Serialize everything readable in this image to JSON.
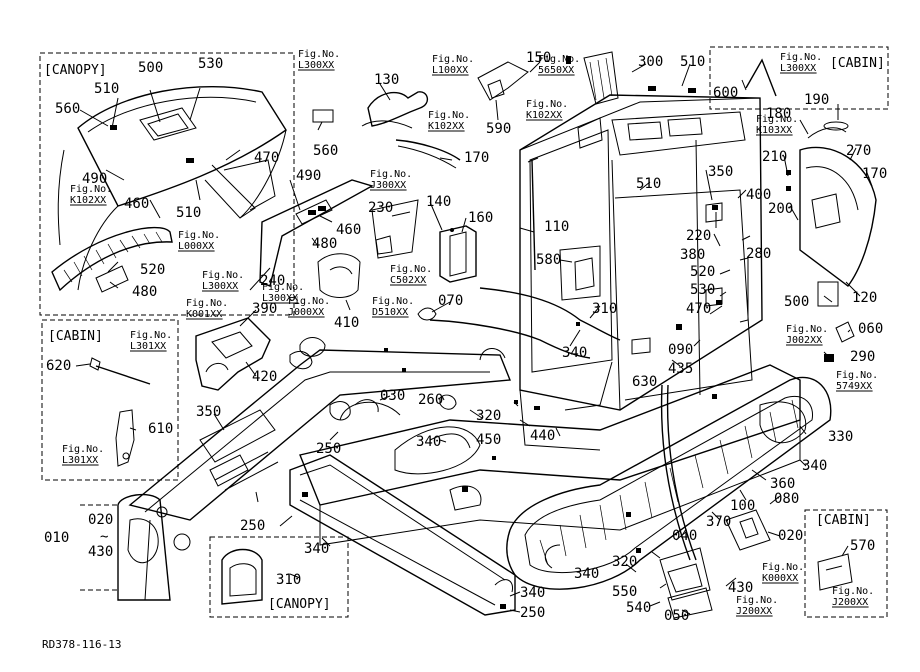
{
  "diagram_code": "RD378-116-13",
  "box_labels": {
    "canopy_top": "[CANOPY]",
    "cabin_top": "[CABIN]",
    "cabin_left": "[CABIN]",
    "canopy_bottom": "[CANOPY]",
    "cabin_bottom": "[CABIN]"
  },
  "fig_prefix": "Fig.No.",
  "fig_refs": [
    {
      "id": "f1",
      "ref": "L300XX"
    },
    {
      "id": "f2",
      "ref": "L100XX"
    },
    {
      "id": "f3",
      "ref": "5650XX"
    },
    {
      "id": "f4",
      "ref": "K102XX"
    },
    {
      "id": "f5",
      "ref": "L300XX"
    },
    {
      "id": "f6",
      "ref": "K103XX"
    },
    {
      "id": "f7",
      "ref": "K102XX"
    },
    {
      "id": "f8",
      "ref": "J300XX"
    },
    {
      "id": "f9",
      "ref": "K102XX"
    },
    {
      "id": "f10",
      "ref": "L000XX"
    },
    {
      "id": "f11",
      "ref": "C502XX"
    },
    {
      "id": "f12",
      "ref": "L300XX"
    },
    {
      "id": "f13",
      "ref": "L300XX"
    },
    {
      "id": "f14",
      "ref": "K001XX"
    },
    {
      "id": "f15",
      "ref": "J000XX"
    },
    {
      "id": "f16",
      "ref": "D510XX"
    },
    {
      "id": "f17",
      "ref": "L301XX"
    },
    {
      "id": "f18",
      "ref": "J002XX"
    },
    {
      "id": "f19",
      "ref": "5749XX"
    },
    {
      "id": "f20",
      "ref": "L301XX"
    },
    {
      "id": "f21",
      "ref": "K000XX"
    },
    {
      "id": "f22",
      "ref": "J200XX"
    },
    {
      "id": "f23",
      "ref": "J200XX"
    }
  ],
  "parts": [
    {
      "id": "p500a",
      "num": "500"
    },
    {
      "id": "p530a",
      "num": "530"
    },
    {
      "id": "p510a",
      "num": "510"
    },
    {
      "id": "p560a",
      "num": "560"
    },
    {
      "id": "p470a",
      "num": "470"
    },
    {
      "id": "p490a",
      "num": "490"
    },
    {
      "id": "p460a",
      "num": "460"
    },
    {
      "id": "p510b",
      "num": "510"
    },
    {
      "id": "p520a",
      "num": "520"
    },
    {
      "id": "p480a",
      "num": "480"
    },
    {
      "id": "p130",
      "num": "130"
    },
    {
      "id": "p560b",
      "num": "560"
    },
    {
      "id": "p490b",
      "num": "490"
    },
    {
      "id": "p460b",
      "num": "460"
    },
    {
      "id": "p480b",
      "num": "480"
    },
    {
      "id": "p240",
      "num": "240"
    },
    {
      "id": "p390",
      "num": "390"
    },
    {
      "id": "p410",
      "num": "410"
    },
    {
      "id": "p420",
      "num": "420"
    },
    {
      "id": "p150",
      "num": "150"
    },
    {
      "id": "p590",
      "num": "590"
    },
    {
      "id": "p170a",
      "num": "170"
    },
    {
      "id": "p230",
      "num": "230"
    },
    {
      "id": "p140",
      "num": "140"
    },
    {
      "id": "p160",
      "num": "160"
    },
    {
      "id": "p110",
      "num": "110"
    },
    {
      "id": "p580",
      "num": "580"
    },
    {
      "id": "p070",
      "num": "070"
    },
    {
      "id": "p300",
      "num": "300"
    },
    {
      "id": "p510c",
      "num": "510"
    },
    {
      "id": "p510d",
      "num": "510"
    },
    {
      "id": "p350a",
      "num": "350"
    },
    {
      "id": "p400",
      "num": "400"
    },
    {
      "id": "p220",
      "num": "220"
    },
    {
      "id": "p380",
      "num": "380"
    },
    {
      "id": "p280",
      "num": "280"
    },
    {
      "id": "p520b",
      "num": "520"
    },
    {
      "id": "p530b",
      "num": "530"
    },
    {
      "id": "p470b",
      "num": "470"
    },
    {
      "id": "p090",
      "num": "090"
    },
    {
      "id": "p435",
      "num": "435"
    },
    {
      "id": "p310a",
      "num": "310"
    },
    {
      "id": "p340a",
      "num": "340"
    },
    {
      "id": "p630",
      "num": "630"
    },
    {
      "id": "p600",
      "num": "600"
    },
    {
      "id": "p180",
      "num": "180"
    },
    {
      "id": "p190",
      "num": "190"
    },
    {
      "id": "p210",
      "num": "210"
    },
    {
      "id": "p270",
      "num": "270"
    },
    {
      "id": "p170b",
      "num": "170"
    },
    {
      "id": "p200",
      "num": "200"
    },
    {
      "id": "p120",
      "num": "120"
    },
    {
      "id": "p500b",
      "num": "500"
    },
    {
      "id": "p060",
      "num": "060"
    },
    {
      "id": "p290",
      "num": "290"
    },
    {
      "id": "p620",
      "num": "620"
    },
    {
      "id": "p610",
      "num": "610"
    },
    {
      "id": "p350b",
      "num": "350"
    },
    {
      "id": "p250a",
      "num": "250"
    },
    {
      "id": "p030",
      "num": "030"
    },
    {
      "id": "p260",
      "num": "260"
    },
    {
      "id": "p320a",
      "num": "320"
    },
    {
      "id": "p450",
      "num": "450"
    },
    {
      "id": "p440",
      "num": "440"
    },
    {
      "id": "p340b",
      "num": "340"
    },
    {
      "id": "p330",
      "num": "330"
    },
    {
      "id": "p340c",
      "num": "340"
    },
    {
      "id": "p360",
      "num": "360"
    },
    {
      "id": "p100",
      "num": "100"
    },
    {
      "id": "p080",
      "num": "080"
    },
    {
      "id": "p020a",
      "num": "020"
    },
    {
      "id": "p370",
      "num": "370"
    },
    {
      "id": "p010",
      "num": "010"
    },
    {
      "id": "p020b",
      "num": "020"
    },
    {
      "id": "p430a",
      "num": "430"
    },
    {
      "id": "p250b",
      "num": "250"
    },
    {
      "id": "p340d",
      "num": "340"
    },
    {
      "id": "p310b",
      "num": "310"
    },
    {
      "id": "p040",
      "num": "040"
    },
    {
      "id": "p320b",
      "num": "320"
    },
    {
      "id": "p340e",
      "num": "340"
    },
    {
      "id": "p550",
      "num": "550"
    },
    {
      "id": "p540",
      "num": "540"
    },
    {
      "id": "p050",
      "num": "050"
    },
    {
      "id": "p430b",
      "num": "430"
    },
    {
      "id": "p340f",
      "num": "340"
    },
    {
      "id": "p250c",
      "num": "250"
    },
    {
      "id": "p570",
      "num": "570"
    }
  ],
  "range_symbol": "~"
}
